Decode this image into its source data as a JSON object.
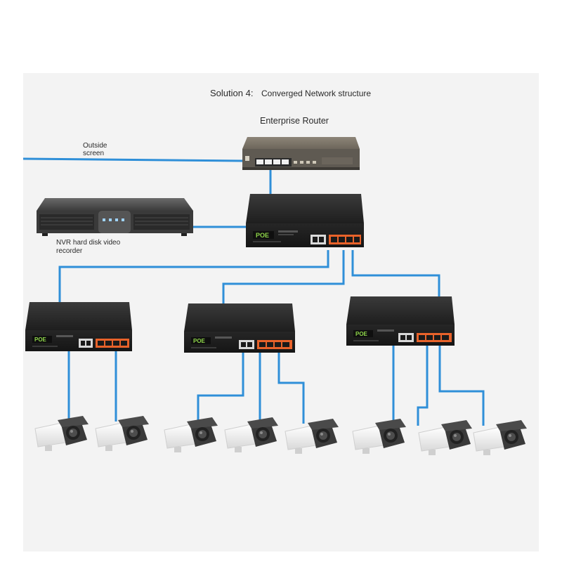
{
  "diagram": {
    "title_prefix": "Solution 4:",
    "title": "Converged Network structure",
    "router_label": "Enterprise Router",
    "outside_label": "Outside\nscreen",
    "nvr_label": "NVR hard disk video\nrecorder",
    "switch_badge": "POE",
    "wire_color": "#2f8fd8",
    "device_color": "#232323",
    "port_color": "#e8622a",
    "icons": [
      "router-device-icon",
      "poe-switch-icon",
      "nvr-recorder-icon",
      "bullet-camera-icon"
    ]
  }
}
